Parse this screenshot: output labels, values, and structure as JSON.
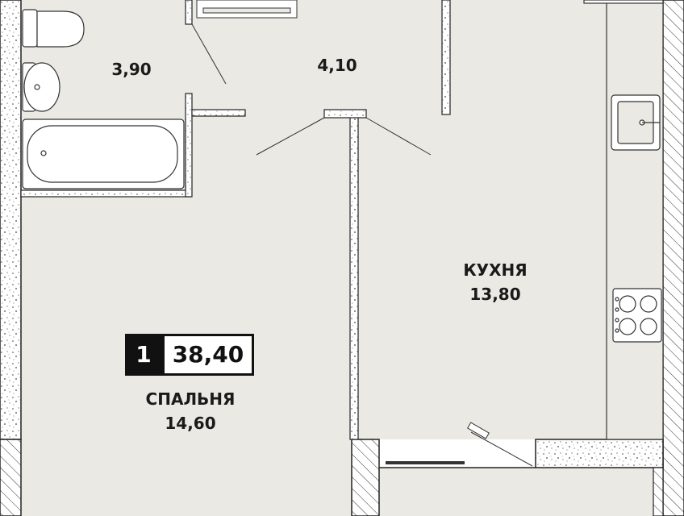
{
  "plan": {
    "rooms": {
      "bathroom": {
        "area": "3,90"
      },
      "hallway": {
        "area": "4,10"
      },
      "kitchen": {
        "name": "КУХНЯ",
        "area": "13,80"
      },
      "bedroom": {
        "name": "СПАЛЬНЯ",
        "area": "14,60"
      }
    },
    "badge": {
      "rooms": "1",
      "total_area": "38,40"
    }
  },
  "colors": {
    "floor": "#ebe9e4",
    "wall": "#ffffff",
    "wall_stroke": "#222222",
    "badge_bg": "#111111"
  }
}
